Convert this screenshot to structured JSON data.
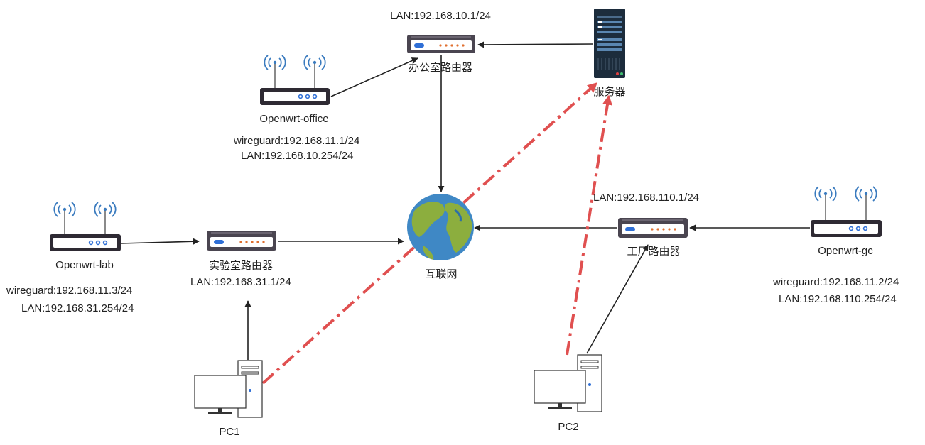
{
  "labels": {
    "office_router_lan": "LAN:192.168.10.1/24",
    "office_router_name": "办公室路由器",
    "server_name": "服务器",
    "openwrt_office_name": "Openwrt-office",
    "openwrt_office_wg": "wireguard:192.168.11.1/24",
    "openwrt_office_lan": "LAN:192.168.10.254/24",
    "factory_router_lan": "LAN:192.168.110.1/24",
    "factory_router_name": "工厂路由器",
    "openwrt_gc_name": "Openwrt-gc",
    "openwrt_gc_wg": "wireguard:192.168.11.2/24",
    "openwrt_gc_lan": "LAN:192.168.110.254/24",
    "openwrt_lab_name": "Openwrt-lab",
    "openwrt_lab_wg": "wireguard:192.168.11.3/24",
    "openwrt_lab_lan": "LAN:192.168.31.254/24",
    "lab_router_name": "实验室路由器",
    "lab_router_lan": "LAN:192.168.31.1/24",
    "internet_name": "互联网",
    "pc1_name": "PC1",
    "pc2_name": "PC2"
  },
  "colors": {
    "line": "#222222",
    "tunnel": "#e05050",
    "device_dark": "#4a4550",
    "device_light": "#6a6470",
    "router_body": "#ffffff",
    "router_led_blue": "#2f6fd6",
    "router_led_orange": "#e07030",
    "wifi_blue": "#3a7bbf",
    "server_dark": "#1c2c3c",
    "globe_ocean": "#3f88c5",
    "globe_land": "#8cae3e"
  }
}
